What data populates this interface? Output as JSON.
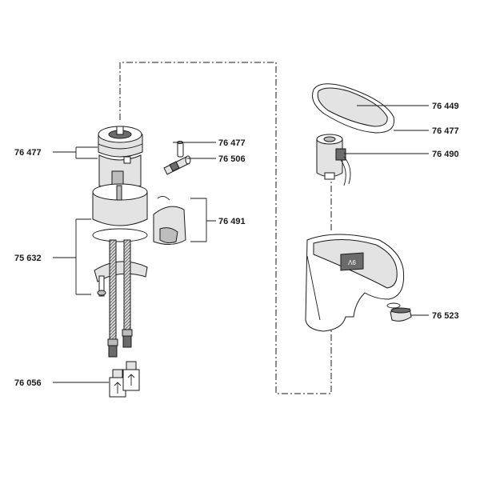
{
  "labels": {
    "p76477_left": "76 477",
    "p75632": "75 632",
    "p76056": "76 056",
    "p76477_mid": "76 477",
    "p76506": "76 506",
    "p76491": "76 491",
    "p76449": "76 449",
    "p76477_right": "76 477",
    "p76490": "76 490",
    "p76523": "76 523"
  },
  "spout_marking": "9V"
}
